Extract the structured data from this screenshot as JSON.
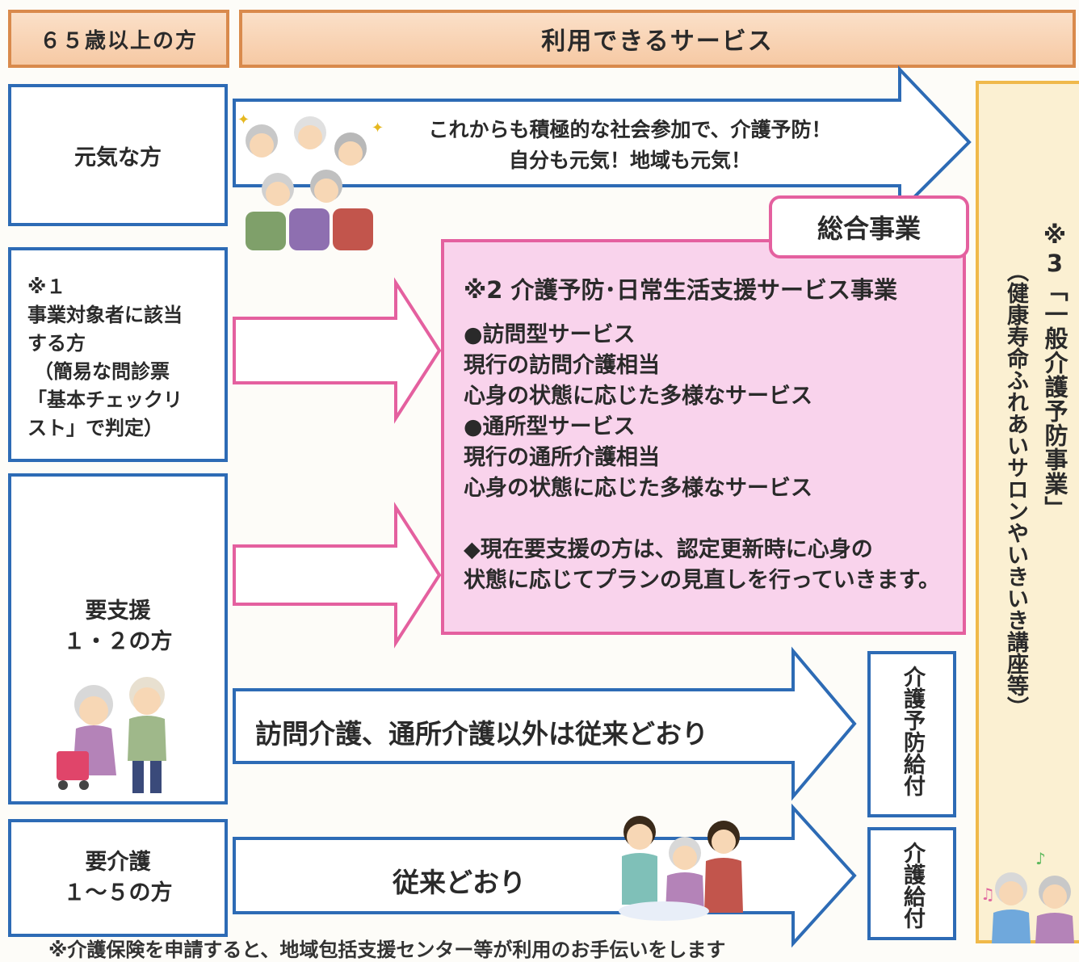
{
  "header": {
    "left": "６５歳以上の方",
    "right": "利用できるサービス"
  },
  "categories": {
    "genki": "元気な方",
    "jigyo": [
      "※１",
      "事業対象者に該当",
      "する方",
      "（簡易な問診票",
      "「基本チェックリ",
      "スト」で判定）"
    ],
    "yoshien": [
      "要支援",
      "１・２の方"
    ],
    "yokaigo": [
      "要介護",
      "１～５の方"
    ]
  },
  "arrows": {
    "genki": [
      "これからも積極的な社会参加で、介護予防！",
      "自分も元気！地域も元気！"
    ],
    "yoshien_other": "訪問介護、通所介護以外は従来どおり",
    "yokaigo": "従来どおり"
  },
  "sogo": {
    "tab": "総合事業",
    "title": "※2  介護予防･日常生活支援サービス事業",
    "lines": [
      "●訪問型サービス",
      "現行の訪問介護相当",
      "心身の状態に応じた多様なサービス",
      "●通所型サービス",
      "現行の通所介護相当",
      "心身の状態に応じた多様なサービス"
    ],
    "note": [
      "◆現在要支援の方は、認定更新時に心身の",
      "状態に応じてプランの見直しを行っていきます。"
    ]
  },
  "benefits": {
    "yobo": "介護予防給付",
    "kaigo": "介護給付"
  },
  "general": {
    "title": "※3「一般介護予防事業」",
    "sub": "（健康寿命ふれあいサロンやいきいき講座等）"
  },
  "footer_partial": "※介護保険を申請すると、地域包括支援センター等が利用のお手伝いをします"
}
